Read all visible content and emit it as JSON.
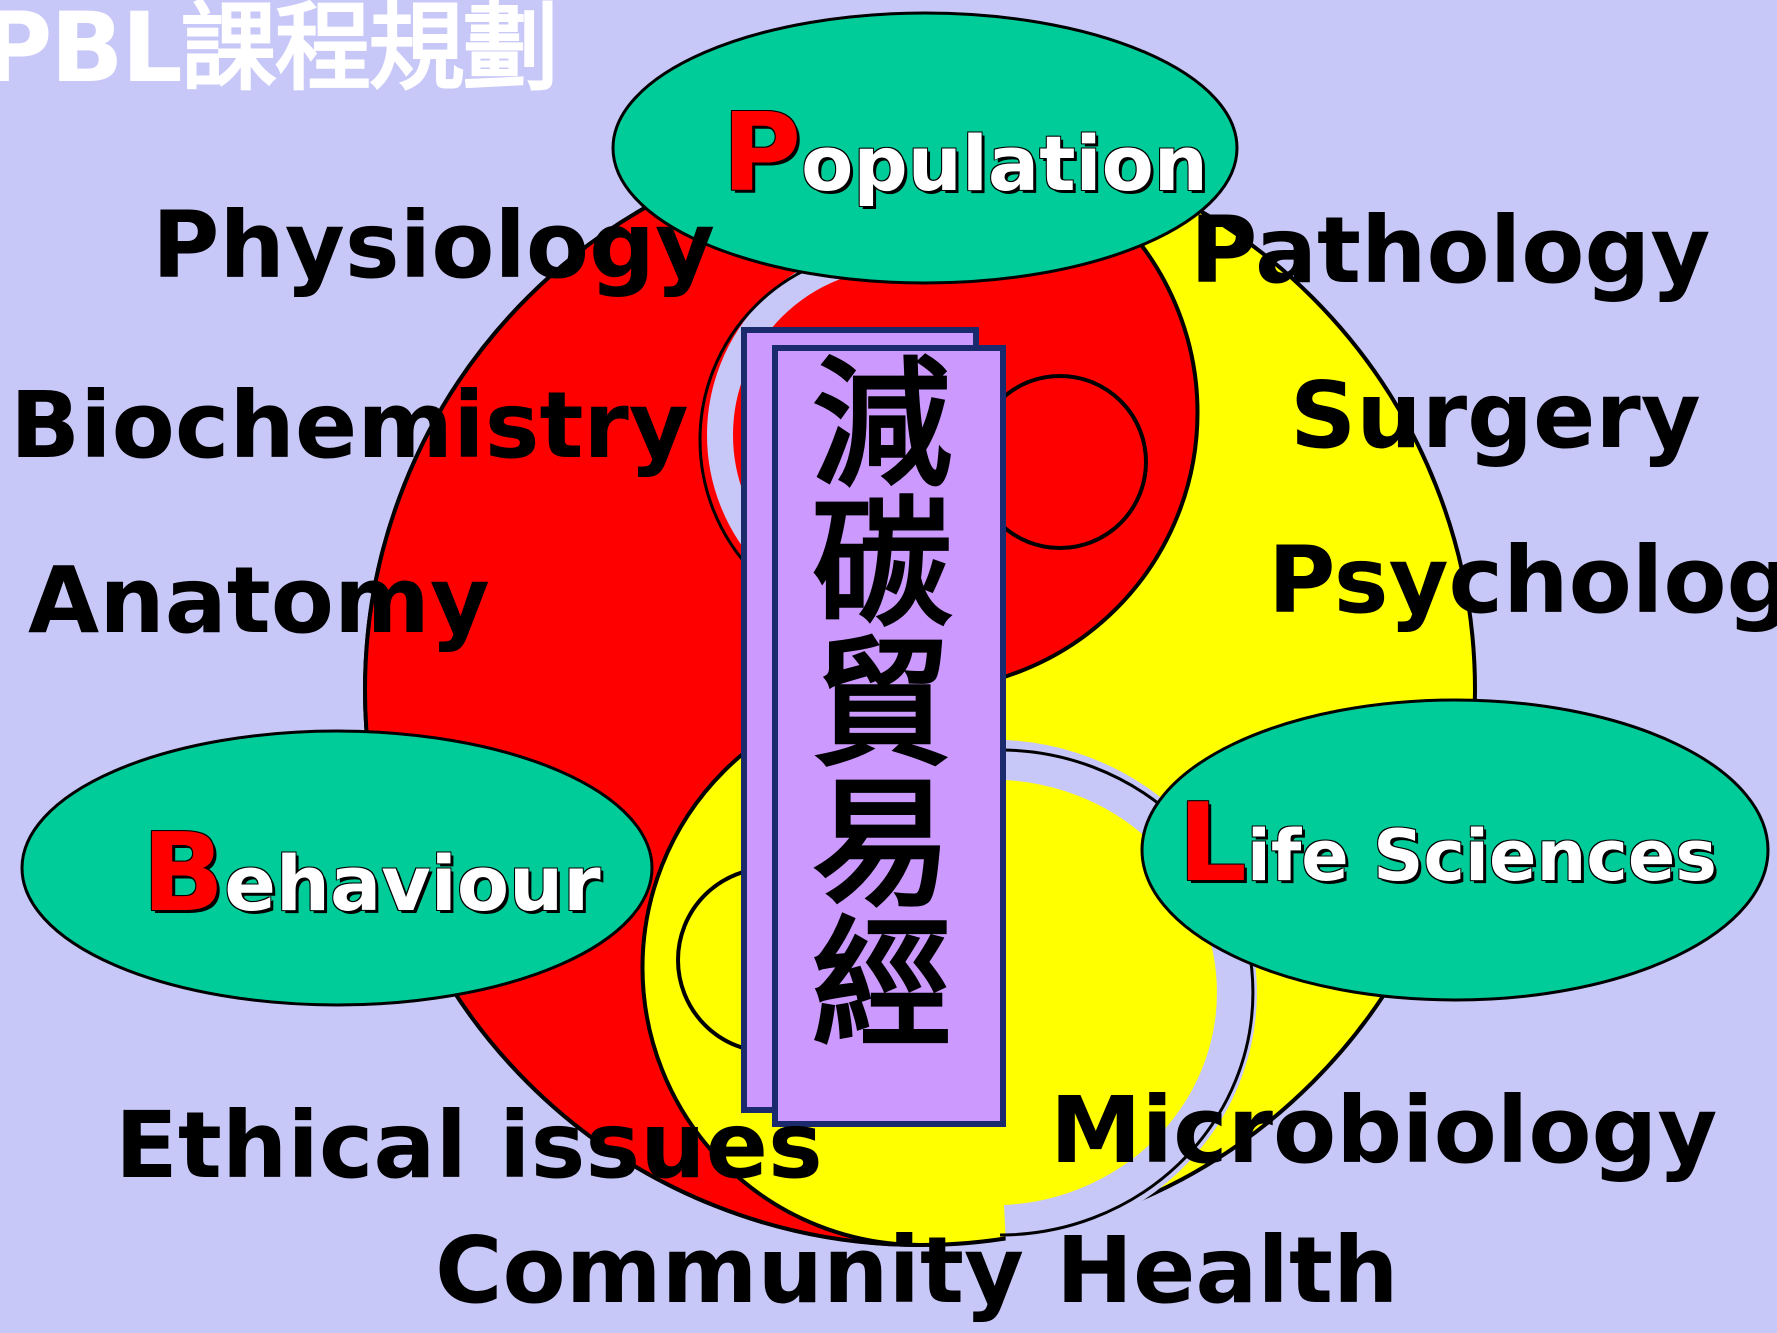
{
  "title": "PBL課程規劃",
  "center_banner": {
    "characters": [
      "減",
      "碳",
      "貿",
      "易",
      "經"
    ]
  },
  "focus_ovals": [
    {
      "initial": "P",
      "rest": "opulation",
      "name": "population"
    },
    {
      "initial": "B",
      "rest": "ehaviour",
      "name": "behaviour"
    },
    {
      "initial": "L",
      "rest": "ife Sciences",
      "name": "life-sciences"
    }
  ],
  "subjects": {
    "physiology": "Physiology",
    "pathology": "Pathology",
    "biochemistry": "Biochemistry",
    "surgery": "Surgery",
    "anatomy": "Anatomy",
    "psychology": "Psychology",
    "ethical_issues": "Ethical issues",
    "microbiology": "Microbiology",
    "community_health": "Community Health"
  },
  "colors": {
    "background": "#c8c8f8",
    "yin": "#ff0000",
    "yang": "#ffff00",
    "oval_fill": "#00cc99",
    "banner_fill": "#cc99ff",
    "banner_border": "#1a2a6c"
  }
}
